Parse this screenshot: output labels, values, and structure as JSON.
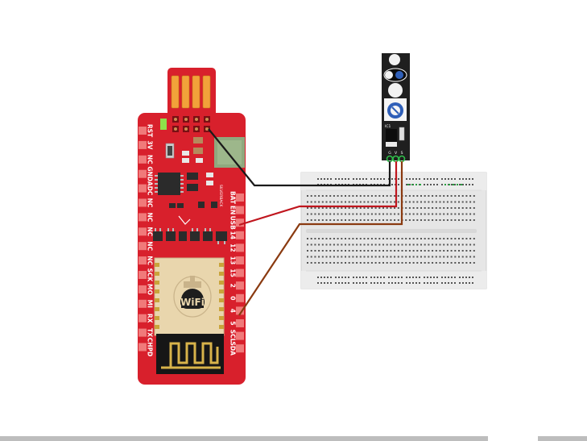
{
  "board": {
    "left_pins": [
      "RST",
      "3V",
      "NC",
      "GND",
      "ADC",
      "NC",
      "NC",
      "NC",
      "NC",
      "NC",
      "SCK",
      "MO",
      "MI",
      "RX",
      "TX",
      "CHPD"
    ],
    "right_pins": [
      "BAT",
      "EN",
      "USB",
      "14",
      "12",
      "13",
      "15",
      "2",
      "0",
      "4",
      "5",
      "SCL",
      "SDA"
    ],
    "silkscreen": "SILVERBACK",
    "module_text": "WiFi"
  },
  "sensor": {
    "chip_label": "IC1",
    "pins": [
      "G",
      "V",
      "S"
    ]
  },
  "colors": {
    "board_red": "#d8202c",
    "wire_black": "#1a1a1a",
    "wire_red": "#c0161e",
    "wire_brown": "#8a3a10",
    "breadboard": "#e6e6e6"
  }
}
